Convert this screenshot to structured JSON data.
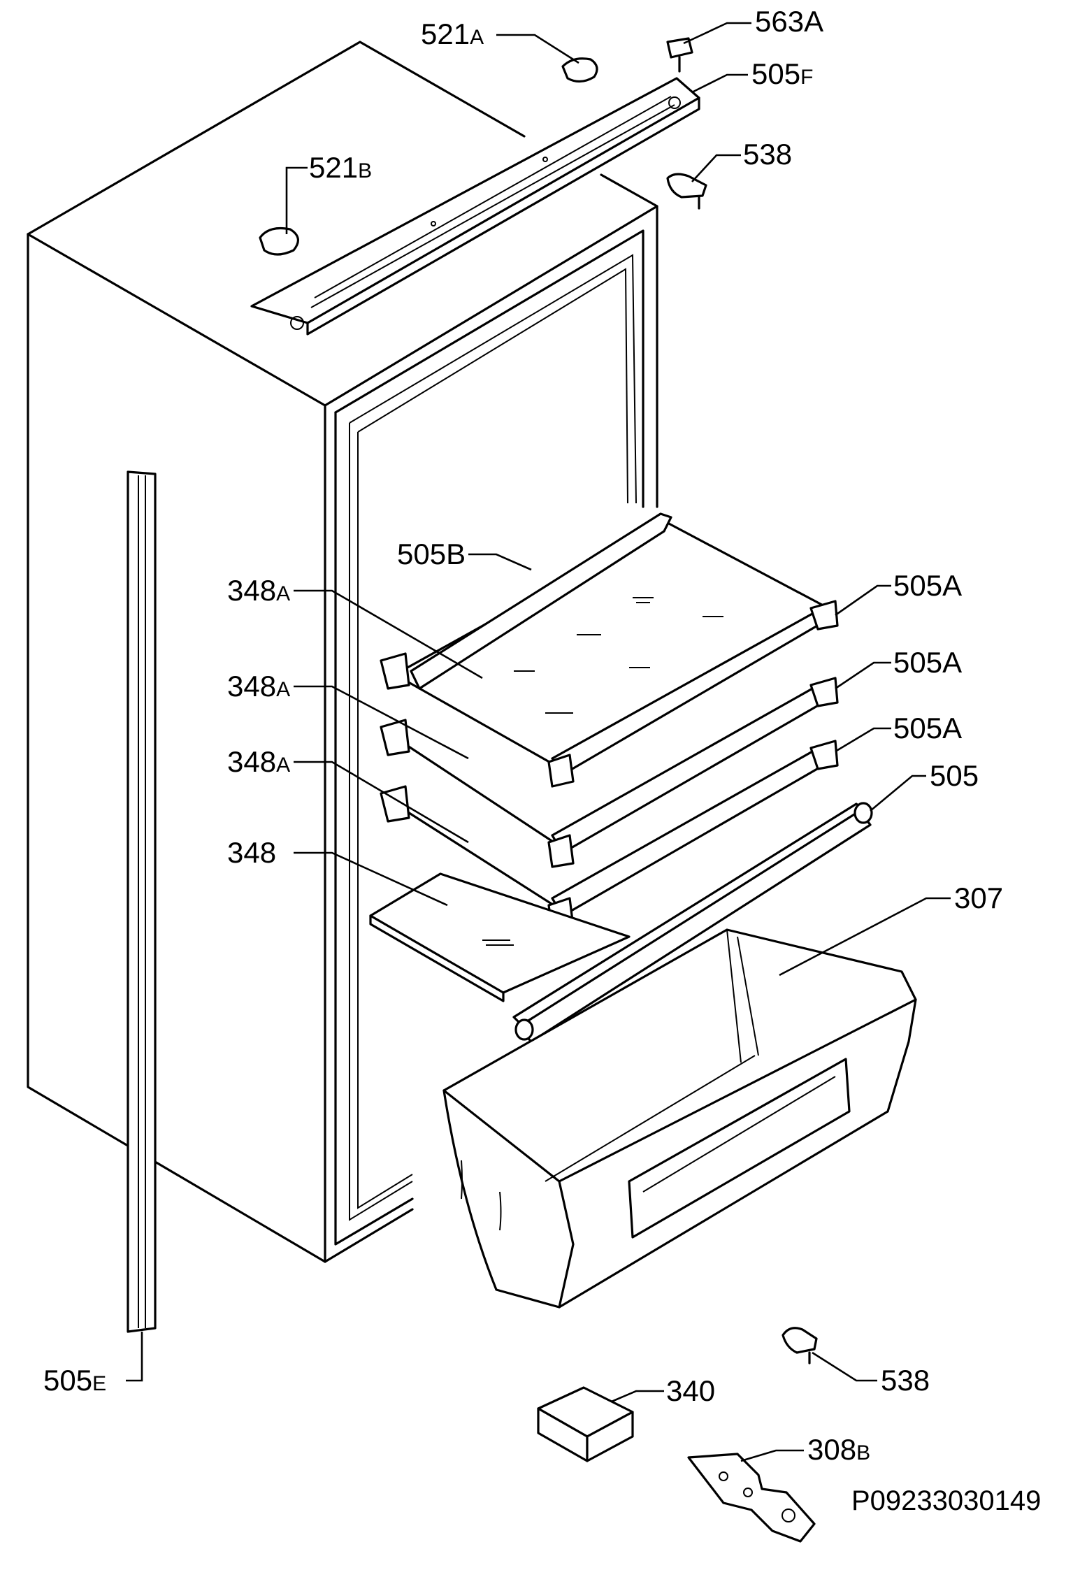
{
  "diagram": {
    "drawing_code": "P09233030149",
    "callouts": [
      {
        "id": "521a",
        "num": "521",
        "suffix": "A"
      },
      {
        "id": "563a",
        "num": "563",
        "suffix": "A"
      },
      {
        "id": "505f",
        "num": "505",
        "suffix": "F"
      },
      {
        "id": "521b",
        "num": "521",
        "suffix": "B"
      },
      {
        "id": "538-top",
        "num": "538",
        "suffix": ""
      },
      {
        "id": "505b",
        "num": "505",
        "suffix": "B"
      },
      {
        "id": "348a-1",
        "num": "348",
        "suffix": "A"
      },
      {
        "id": "505a-1",
        "num": "505",
        "suffix": "A"
      },
      {
        "id": "348a-2",
        "num": "348",
        "suffix": "A"
      },
      {
        "id": "505a-2",
        "num": "505",
        "suffix": "A"
      },
      {
        "id": "348a-3",
        "num": "348",
        "suffix": "A"
      },
      {
        "id": "505a-3",
        "num": "505",
        "suffix": "A"
      },
      {
        "id": "505",
        "num": "505",
        "suffix": ""
      },
      {
        "id": "348",
        "num": "348",
        "suffix": ""
      },
      {
        "id": "307",
        "num": "307",
        "suffix": ""
      },
      {
        "id": "505e",
        "num": "505",
        "suffix": "E"
      },
      {
        "id": "538-bottom",
        "num": "538",
        "suffix": ""
      },
      {
        "id": "340",
        "num": "340",
        "suffix": ""
      },
      {
        "id": "308b",
        "num": "308",
        "suffix": "B"
      }
    ]
  }
}
